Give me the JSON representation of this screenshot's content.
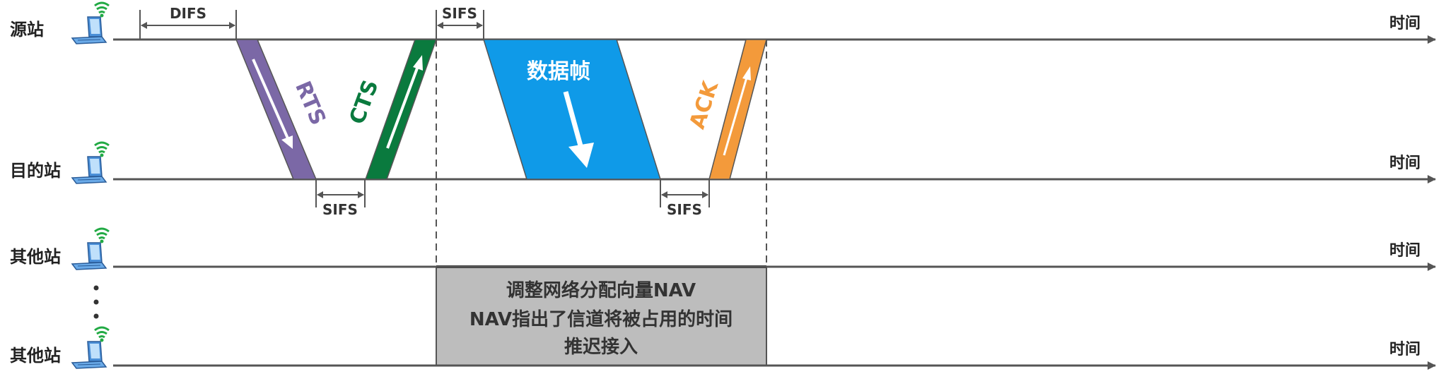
{
  "stations": {
    "source": "源站",
    "destination": "目的站",
    "other_1": "其他站",
    "other_2": "其他站"
  },
  "axis": {
    "time_label": "时间"
  },
  "intervals": {
    "difs": "DIFS",
    "sifs_source": "SIFS",
    "sifs_dest_1": "SIFS",
    "sifs_dest_2": "SIFS"
  },
  "frames": {
    "rts": {
      "label": "RTS",
      "color": "#7b68a6"
    },
    "cts": {
      "label": "CTS",
      "color": "#0a7a3e"
    },
    "data": {
      "label": "数据帧",
      "color": "#0f9ae8"
    },
    "ack": {
      "label": "ACK",
      "color": "#f39a3b"
    }
  },
  "nav_box": {
    "line1": "调整网络分配向量NAV",
    "line2": "NAV指出了信道将被占用的时间",
    "line3": "推迟接入",
    "fill": "#bdbdbd"
  }
}
